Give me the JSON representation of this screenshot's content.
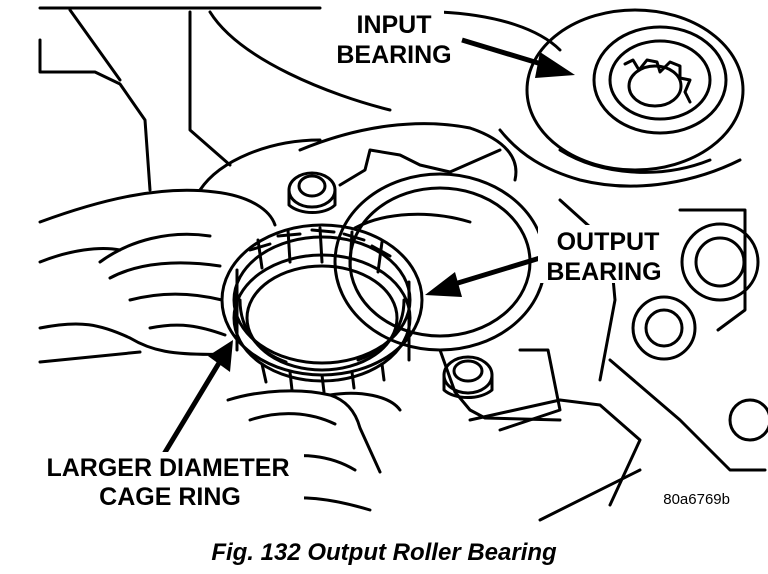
{
  "labels": {
    "input_bearing": [
      "INPUT",
      "BEARING"
    ],
    "output_bearing": [
      "OUTPUT",
      "BEARING"
    ],
    "cage_ring": [
      "LARGER DIAMETER",
      "CAGE RING"
    ]
  },
  "reference_code": "80a6769b",
  "caption": "Fig. 132 Output Roller Bearing"
}
